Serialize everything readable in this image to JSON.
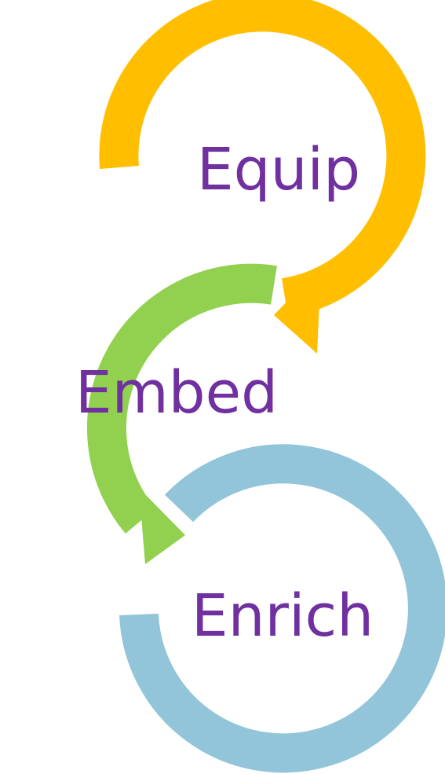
{
  "diagram": {
    "stages": [
      {
        "label": "Equip",
        "color": "#FFBE00"
      },
      {
        "label": "Embed",
        "color": "#92D050"
      },
      {
        "label": "Enrich",
        "color": "#92C5D9"
      }
    ],
    "label_color": "#7030A0",
    "background": "#FFFFFF"
  }
}
